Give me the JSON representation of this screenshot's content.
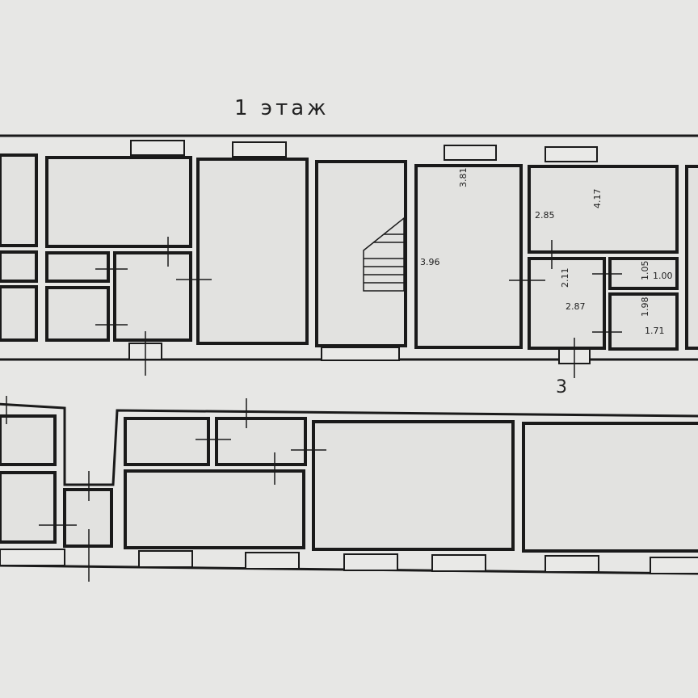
{
  "title": "1 этаж",
  "dimensions": {
    "d1": "3.81",
    "d2": "4.17",
    "d3": "2.85",
    "d4": "3.96",
    "d5": "2.11",
    "d6": "2.87",
    "d7": "1.05",
    "d8": "1.00",
    "d9": "1.98",
    "d10": "1.71"
  },
  "section_mark": "3"
}
